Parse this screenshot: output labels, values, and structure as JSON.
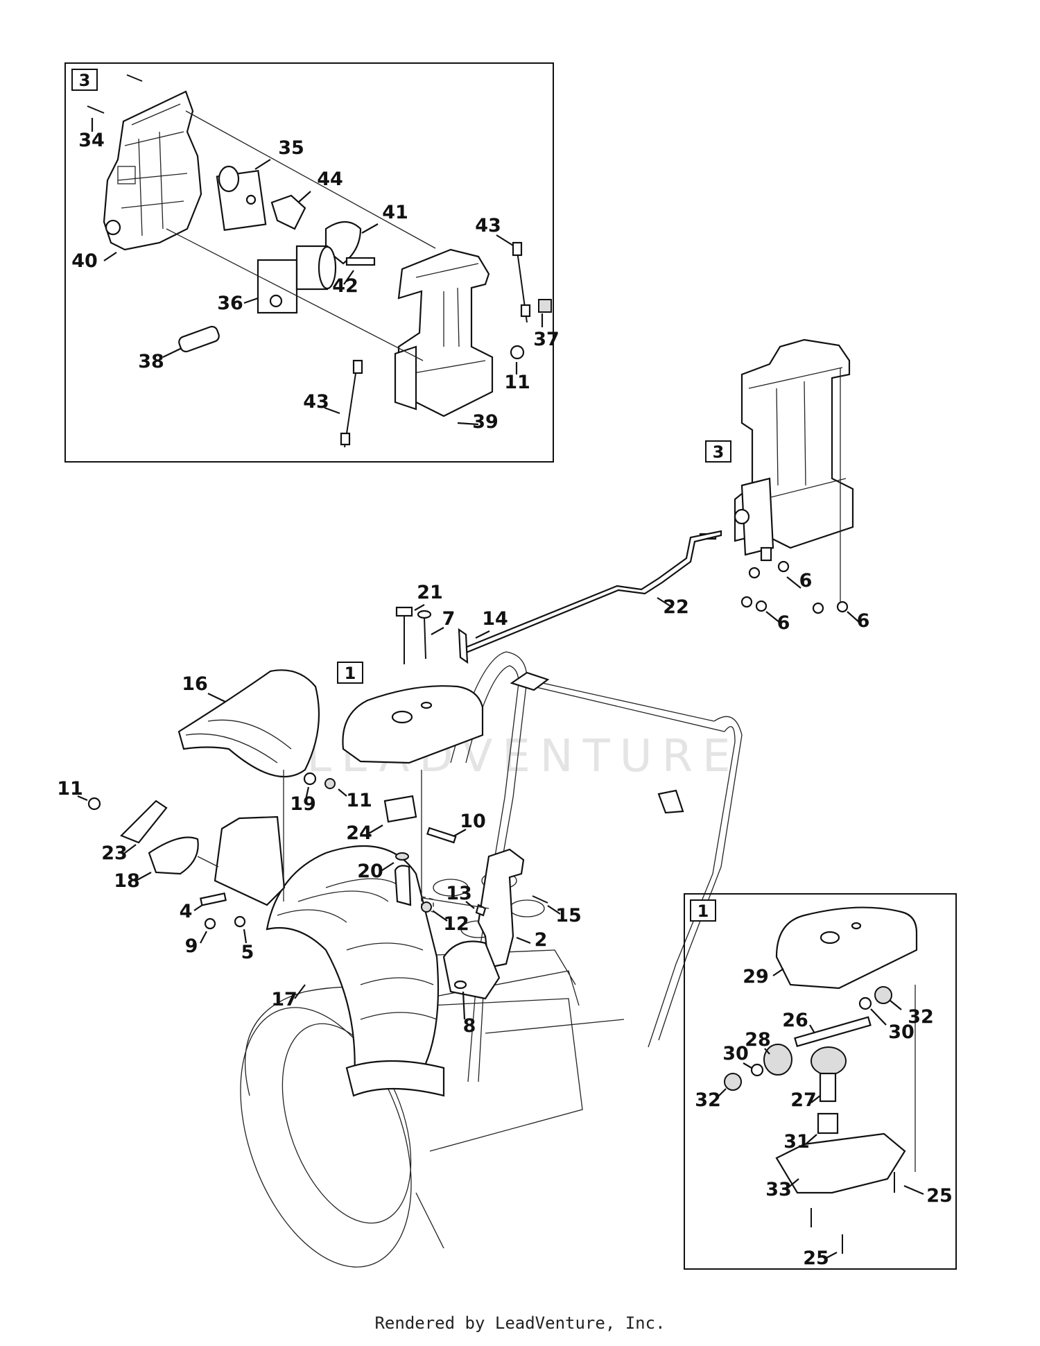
{
  "footer": "Rendered by LeadVenture, Inc.",
  "watermark": "LEADVENTURE",
  "assemblies": [
    {
      "id": "assembly-3",
      "label": "3"
    },
    {
      "id": "assembly-3-main",
      "label": "3"
    },
    {
      "id": "assembly-1-main",
      "label": "1"
    },
    {
      "id": "assembly-1",
      "label": "1"
    }
  ],
  "callouts": [
    {
      "id": "c34",
      "label": "34"
    },
    {
      "id": "c35",
      "label": "35"
    },
    {
      "id": "c44",
      "label": "44"
    },
    {
      "id": "c41",
      "label": "41"
    },
    {
      "id": "c43a",
      "label": "43"
    },
    {
      "id": "c40",
      "label": "40"
    },
    {
      "id": "c42",
      "label": "42"
    },
    {
      "id": "c36",
      "label": "36"
    },
    {
      "id": "c37",
      "label": "37"
    },
    {
      "id": "c38",
      "label": "38"
    },
    {
      "id": "c11a",
      "label": "11"
    },
    {
      "id": "c43b",
      "label": "43"
    },
    {
      "id": "c39",
      "label": "39"
    },
    {
      "id": "c6a",
      "label": "6"
    },
    {
      "id": "c6b",
      "label": "6"
    },
    {
      "id": "c6c",
      "label": "6"
    },
    {
      "id": "c22",
      "label": "22"
    },
    {
      "id": "c21",
      "label": "21"
    },
    {
      "id": "c7",
      "label": "7"
    },
    {
      "id": "c14",
      "label": "14"
    },
    {
      "id": "c16",
      "label": "16"
    },
    {
      "id": "c11b",
      "label": "11"
    },
    {
      "id": "c19",
      "label": "19"
    },
    {
      "id": "c11c",
      "label": "11"
    },
    {
      "id": "c24",
      "label": "24"
    },
    {
      "id": "c10",
      "label": "10"
    },
    {
      "id": "c23",
      "label": "23"
    },
    {
      "id": "c18",
      "label": "18"
    },
    {
      "id": "c20",
      "label": "20"
    },
    {
      "id": "c13",
      "label": "13"
    },
    {
      "id": "c15",
      "label": "15"
    },
    {
      "id": "c4",
      "label": "4"
    },
    {
      "id": "c12",
      "label": "12"
    },
    {
      "id": "c9",
      "label": "9"
    },
    {
      "id": "c5",
      "label": "5"
    },
    {
      "id": "c2",
      "label": "2"
    },
    {
      "id": "c17",
      "label": "17"
    },
    {
      "id": "c8",
      "label": "8"
    },
    {
      "id": "c29",
      "label": "29"
    },
    {
      "id": "c26",
      "label": "26"
    },
    {
      "id": "c32a",
      "label": "32"
    },
    {
      "id": "c30a",
      "label": "30"
    },
    {
      "id": "c28",
      "label": "28"
    },
    {
      "id": "c30b",
      "label": "30"
    },
    {
      "id": "c32b",
      "label": "32"
    },
    {
      "id": "c27",
      "label": "27"
    },
    {
      "id": "c31",
      "label": "31"
    },
    {
      "id": "c33",
      "label": "33"
    },
    {
      "id": "c25a",
      "label": "25"
    },
    {
      "id": "c25b",
      "label": "25"
    }
  ]
}
